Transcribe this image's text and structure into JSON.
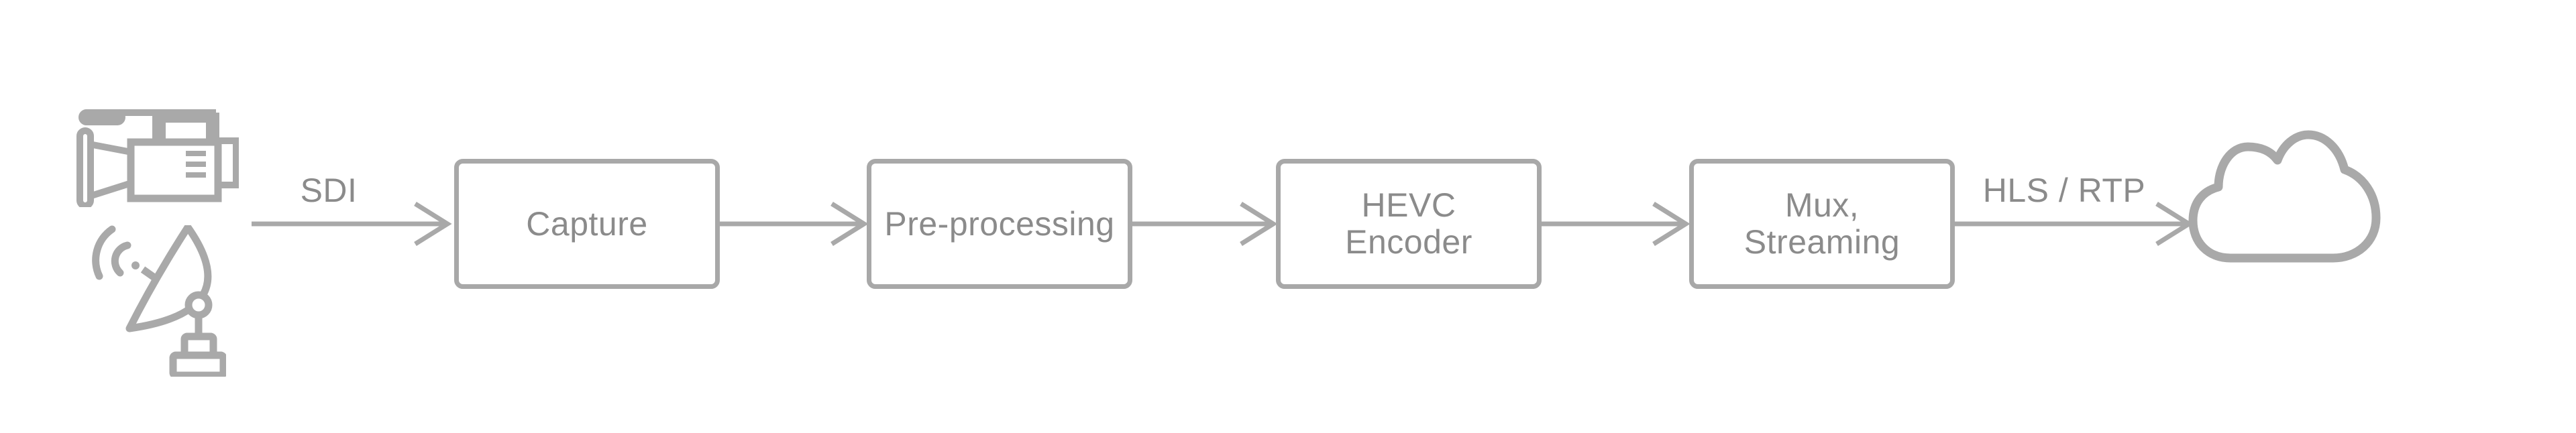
{
  "diagram": {
    "background_color": "#ffffff",
    "stroke_color": "#a9a9a9",
    "box_border_color": "#a8a8a8",
    "text_color": "#8b8b8b",
    "sources": [
      {
        "icon": "video-camera-icon"
      },
      {
        "icon": "satellite-dish-icon"
      }
    ],
    "nodes": [
      {
        "id": "capture",
        "lines": [
          "Capture"
        ]
      },
      {
        "id": "pre-processing",
        "lines": [
          "Pre-processing"
        ]
      },
      {
        "id": "hevc-encoder",
        "lines": [
          "HEVC",
          "Encoder"
        ]
      },
      {
        "id": "mux-streaming",
        "lines": [
          "Mux,",
          "Streaming"
        ]
      }
    ],
    "edges": [
      {
        "from": "sources",
        "to": "capture",
        "label": "SDI"
      },
      {
        "from": "capture",
        "to": "pre-processing",
        "label": ""
      },
      {
        "from": "pre-processing",
        "to": "hevc-encoder",
        "label": ""
      },
      {
        "from": "hevc-encoder",
        "to": "mux-streaming",
        "label": ""
      },
      {
        "from": "mux-streaming",
        "to": "cloud",
        "label": "HLS / RTP"
      }
    ],
    "sink": {
      "icon": "cloud-icon"
    }
  }
}
